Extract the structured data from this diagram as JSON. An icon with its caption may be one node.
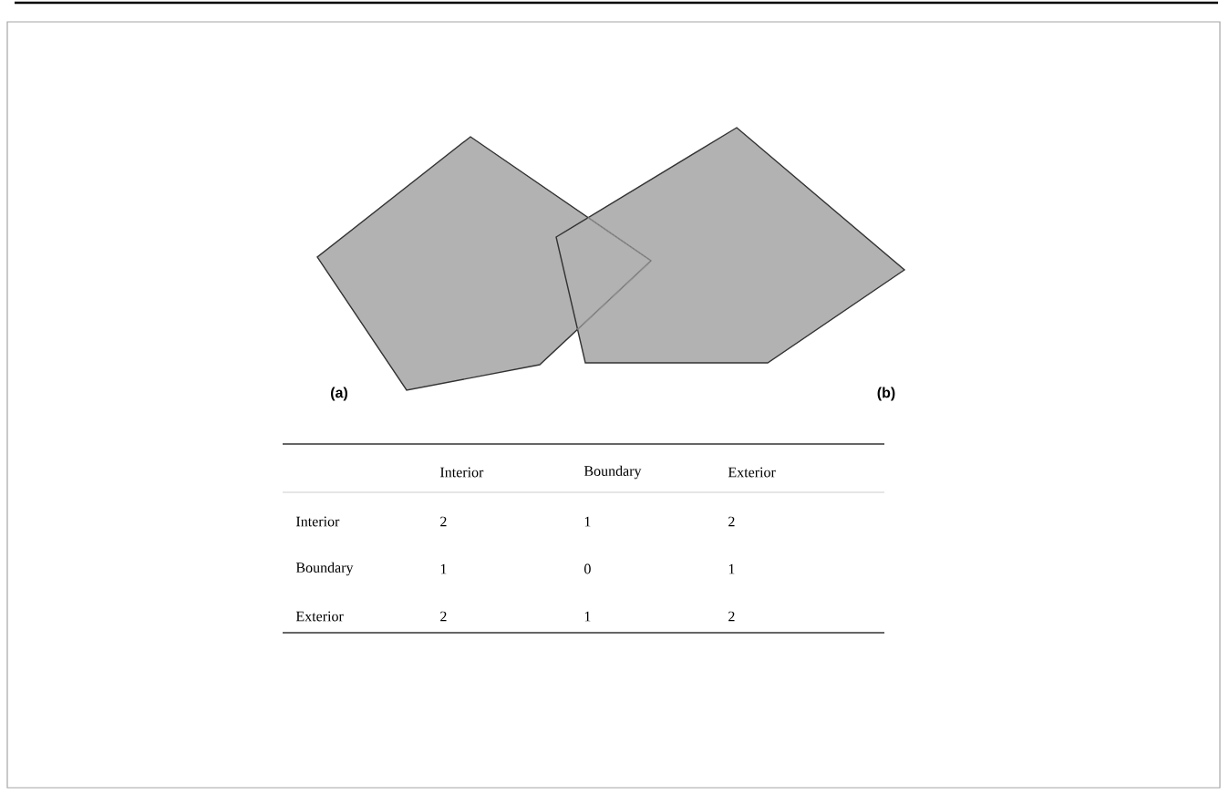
{
  "diagram": {
    "labels": [
      "(a)",
      "(b)",
      "Interior",
      "Boundary",
      "Exterior",
      "Interior",
      "2",
      "1",
      "2",
      "Boundary",
      "1",
      "0",
      "1",
      "Exterior",
      "2",
      "1",
      "2"
    ]
  }
}
